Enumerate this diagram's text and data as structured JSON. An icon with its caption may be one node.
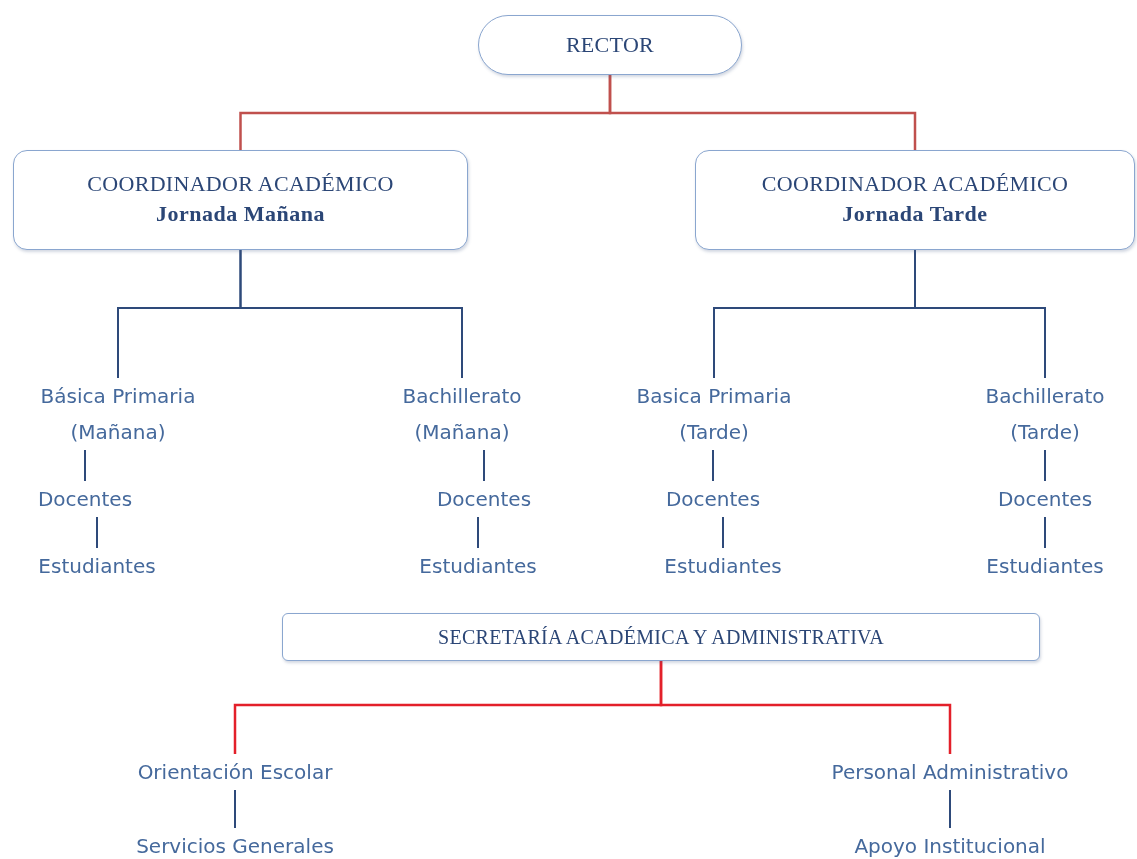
{
  "diagram": {
    "nodes": [
      {
        "text": [
          "RECTOR"
        ]
      },
      {
        "text": [
          "COORDINADOR ACADÉMICO",
          "Jornada Mañana"
        ]
      },
      {
        "text": [
          "COORDINADOR ACADÉMICO",
          "Jornada Tarde"
        ]
      },
      {
        "text": [
          "Básica Primaria (Mañana)"
        ]
      },
      {
        "text": [
          "Docentes"
        ]
      },
      {
        "text": [
          "Estudiantes"
        ]
      },
      {
        "text": [
          "Bachillerato (Mañana)"
        ]
      },
      {
        "text": [
          "Docentes"
        ]
      },
      {
        "text": [
          "Estudiantes"
        ]
      },
      {
        "text": [
          "Basica Primaria (Tarde)"
        ]
      },
      {
        "text": [
          "Docentes"
        ]
      },
      {
        "text": [
          "Estudiantes"
        ]
      },
      {
        "text": [
          "Bachillerato (Tarde)"
        ]
      },
      {
        "text": [
          "Docentes"
        ]
      },
      {
        "text": [
          "Estudiantes"
        ]
      },
      {
        "text": [
          "SECRETARÍA ACADÉMICA Y ADMINISTRATIVA"
        ]
      },
      {
        "text": [
          "Orientación Escolar"
        ]
      },
      {
        "text": [
          "Servicios Generales"
        ]
      },
      {
        "text": [
          "Personal Administrativo"
        ]
      },
      {
        "text": [
          "Apoyo Institucional"
        ]
      }
    ],
    "edges": [
      {
        "from": 0,
        "to": 1,
        "arrow": "none",
        "color": "#c0504d"
      },
      {
        "from": 0,
        "to": 2,
        "arrow": "none",
        "color": "#c0504d"
      },
      {
        "from": 1,
        "to": 3,
        "arrow": "none"
      },
      {
        "from": 1,
        "to": 6,
        "arrow": "none"
      },
      {
        "from": 2,
        "to": 9,
        "arrow": "none"
      },
      {
        "from": 2,
        "to": 12,
        "arrow": "none"
      },
      {
        "from": 3,
        "to": 4,
        "arrow": "none"
      },
      {
        "from": 4,
        "to": 5,
        "arrow": "none"
      },
      {
        "from": 6,
        "to": 7,
        "arrow": "none"
      },
      {
        "from": 7,
        "to": 8,
        "arrow": "none"
      },
      {
        "from": 9,
        "to": 10,
        "arrow": "none"
      },
      {
        "from": 10,
        "to": 11,
        "arrow": "none"
      },
      {
        "from": 12,
        "to": 13,
        "arrow": "none"
      },
      {
        "from": 13,
        "to": 14,
        "arrow": "none"
      },
      {
        "from": 15,
        "to": 16,
        "arrow": "none",
        "color": "#e3202a"
      },
      {
        "from": 15,
        "to": 18,
        "arrow": "none",
        "color": "#e3202a"
      },
      {
        "from": 16,
        "to": 17,
        "arrow": "none"
      },
      {
        "from": 18,
        "to": 19,
        "arrow": "none"
      }
    ]
  }
}
